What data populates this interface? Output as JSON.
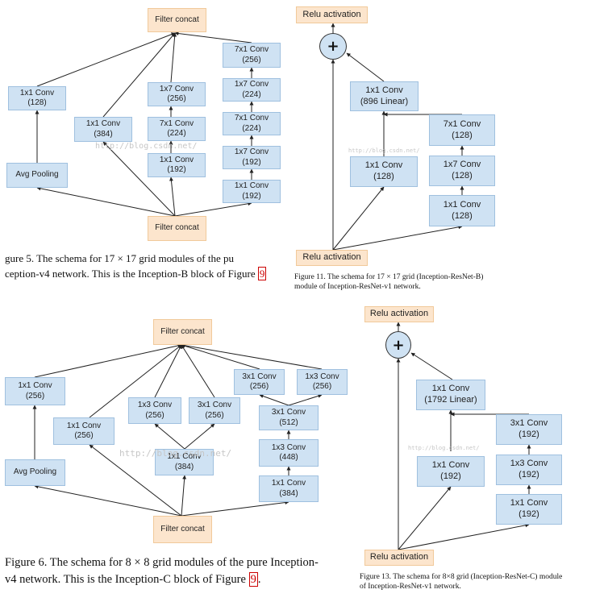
{
  "colors": {
    "conv_box": "#cfe2f3",
    "concat_box": "#fce5cd",
    "arrow": "#222222",
    "figure_ref": "#cc0000"
  },
  "icons": {
    "add_node": "plus-icon"
  },
  "panel_a": {
    "top": "Filter concat",
    "bottom": "Filter concat",
    "c1x1_128": [
      "1x1 Conv",
      "(128)"
    ],
    "avgpool": "Avg Pooling",
    "c1x1_384": [
      "1x1 Conv",
      "(384)"
    ],
    "b3": [
      [
        "1x7 Conv",
        "(256)"
      ],
      [
        "7x1 Conv",
        "(224)"
      ],
      [
        "1x1 Conv",
        "(192)"
      ]
    ],
    "b4": [
      [
        "7x1 Conv",
        "(256)"
      ],
      [
        "1x7 Conv",
        "(224)"
      ],
      [
        "7x1 Conv",
        "(224)"
      ],
      [
        "1x7 Conv",
        "(192)"
      ],
      [
        "1x1 Conv",
        "(192)"
      ]
    ],
    "watermark": "http://blog.csdn.net/",
    "caption": [
      "gure 5.  The schema for 17 × 17 grid modules of the pu",
      "ception-v4 network. This is the Inception-B block of Figure "
    ],
    "fig_ref": "9"
  },
  "panel_b": {
    "top": "Relu activation",
    "plus": "+",
    "linear": [
      "1x1 Conv",
      "(896 Linear)"
    ],
    "left": [
      "1x1 Conv",
      "(128)"
    ],
    "right": [
      [
        "7x1 Conv",
        "(128)"
      ],
      [
        "1x7 Conv",
        "(128)"
      ],
      [
        "1x1 Conv",
        "(128)"
      ]
    ],
    "bottom": "Relu activation",
    "watermark": "http://blog.csdn.net/",
    "caption": [
      "Figure 11.  The schema for 17 × 17 grid (Inception-ResNet-B)",
      "module of Inception-ResNet-v1 network."
    ]
  },
  "panel_c": {
    "top": "Filter concat",
    "bottom": "Filter concat",
    "c1x1_256": [
      "1x1 Conv",
      "(256)"
    ],
    "avgpool": "Avg Pooling",
    "c1x1_256b": [
      "1x1 Conv",
      "(256)"
    ],
    "c1x3_256": [
      "1x3 Conv",
      "(256)"
    ],
    "c3x1_256": [
      "3x1 Conv",
      "(256)"
    ],
    "c1x1_384": [
      "1x1 Conv",
      "(384)"
    ],
    "c3x1_256r": [
      "3x1 Conv",
      "(256)"
    ],
    "c1x3_256r": [
      "1x3 Conv",
      "(256)"
    ],
    "c3x1_512": [
      "3x1 Conv",
      "(512)"
    ],
    "c1x3_448": [
      "1x3 Conv",
      "(448)"
    ],
    "c1x1_384r": [
      "1x1 Conv",
      "(384)"
    ],
    "watermark": "http://blog.csdn.net/",
    "caption": [
      "Figure 6.  The schema for 8 × 8 grid modules of the pure Inception-",
      "v4 network. This is the Inception-C block of Figure "
    ],
    "fig_ref": "9",
    "caption_end": "."
  },
  "panel_d": {
    "top": "Relu activation",
    "plus": "+",
    "linear": [
      "1x1 Conv",
      "(1792 Linear)"
    ],
    "left": [
      "1x1 Conv",
      "(192)"
    ],
    "right": [
      [
        "3x1 Conv",
        "(192)"
      ],
      [
        "1x3 Conv",
        "(192)"
      ],
      [
        "1x1 Conv",
        "(192)"
      ]
    ],
    "bottom": "Relu activation",
    "watermark": "http://blog.csdn.net/",
    "caption": [
      "Figure 13.  The schema for 8×8 grid (Inception-ResNet-C) module",
      "of Inception-ResNet-v1 network."
    ]
  }
}
